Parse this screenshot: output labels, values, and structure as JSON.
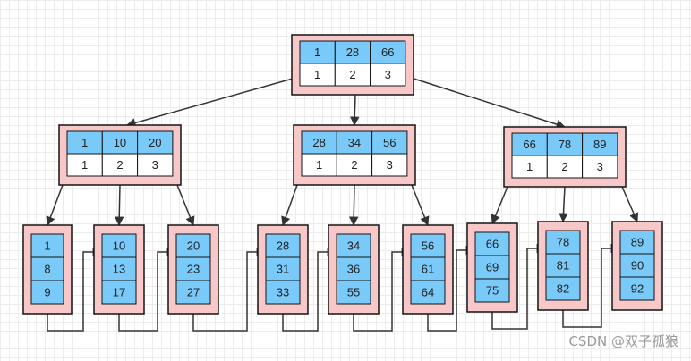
{
  "colors": {
    "node_fill": "#f8c8c8",
    "node_border": "#141414",
    "key_fill": "#79c9f9",
    "pointer_fill": "#ffffff",
    "line": "#333333"
  },
  "root": {
    "keys": [
      "1",
      "28",
      "66"
    ],
    "pointers": [
      "1",
      "2",
      "3"
    ]
  },
  "internal": [
    {
      "keys": [
        "1",
        "10",
        "20"
      ],
      "pointers": [
        "1",
        "2",
        "3"
      ]
    },
    {
      "keys": [
        "28",
        "34",
        "56"
      ],
      "pointers": [
        "1",
        "2",
        "3"
      ]
    },
    {
      "keys": [
        "66",
        "78",
        "89"
      ],
      "pointers": [
        "1",
        "2",
        "3"
      ]
    }
  ],
  "leaves": [
    [
      "1",
      "8",
      "9"
    ],
    [
      "10",
      "13",
      "17"
    ],
    [
      "20",
      "23",
      "27"
    ],
    [
      "28",
      "31",
      "33"
    ],
    [
      "34",
      "36",
      "55"
    ],
    [
      "56",
      "61",
      "64"
    ],
    [
      "66",
      "69",
      "75"
    ],
    [
      "78",
      "81",
      "82"
    ],
    [
      "89",
      "90",
      "92"
    ]
  ],
  "watermark": "CSDN @双子孤狼"
}
